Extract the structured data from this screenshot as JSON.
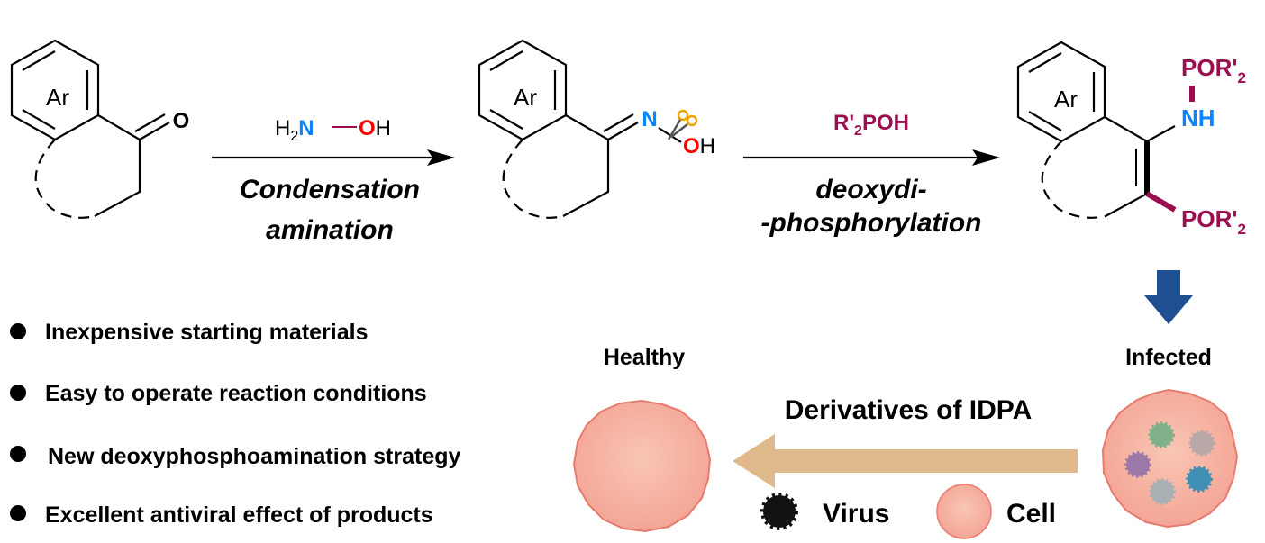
{
  "colors": {
    "nitrogen": "#0a84ff",
    "oxygen": "#ff0000",
    "phosphorus": "#9b0e4f",
    "arrow_down": "#1d4f91",
    "arrow_main": "#dfb98c",
    "cell": "#f7b7a6"
  },
  "scheme": {
    "reactant": {
      "ring_label": "Ar",
      "oxygen": "O"
    },
    "step1": {
      "reagent_h2n": "H",
      "reagent_sub": "2",
      "reagent_n": "N",
      "reagent_o": "O",
      "reagent_h": "H",
      "line1": "Condensation",
      "line2": "amination"
    },
    "intermediate": {
      "ring_label": "Ar",
      "nitrogen": "N",
      "oxygen": "O",
      "hydrogen": "H"
    },
    "step2": {
      "reagent_r": "R'",
      "reagent_sub": "2",
      "reagent_rest": "POH",
      "line1": "deoxydi-",
      "line2": "-phosphorylation"
    },
    "product": {
      "ring_label": "Ar",
      "nh": "NH",
      "por_top": "POR'",
      "por_top_sub": "2",
      "por_bottom": "POR'",
      "por_bottom_sub": "2"
    }
  },
  "features": [
    "Inexpensive starting materials",
    "Easy to operate reaction conditions",
    "New deoxyphosphoamination strategy",
    "Excellent antiviral effect of products"
  ],
  "bio": {
    "healthy": "Healthy",
    "infected": "Infected",
    "arrow_label": "Derivatives of IDPA",
    "legend_virus": "Virus",
    "legend_cell": "Cell"
  }
}
